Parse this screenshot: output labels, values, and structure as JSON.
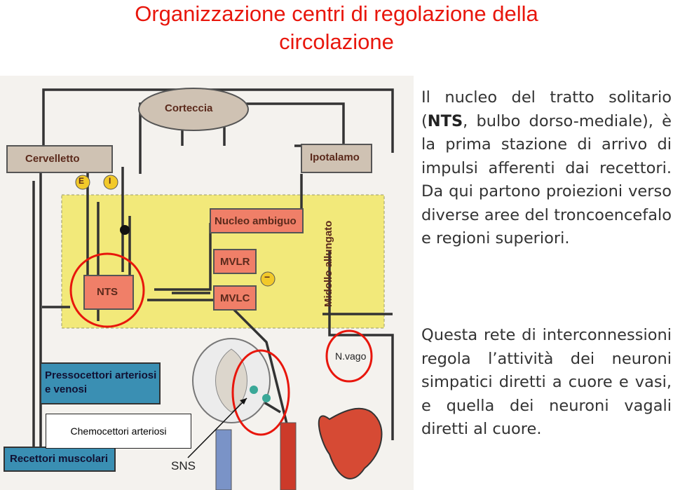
{
  "title": {
    "line1": "Organizzazione centri di regolazione della",
    "line2": "circolazione"
  },
  "diagram": {
    "labels": {
      "corteccia": "Corteccia",
      "cervelletto": "Cervelletto",
      "ipotalamo": "Ipotalamo",
      "e": "E",
      "i": "I",
      "nucleo_ambiguo": "Nucleo ambiguo",
      "mvlr": "MVLR",
      "mvlc": "MVLC",
      "nts": "NTS",
      "midollo_allungato": "Midollo allungato",
      "n_vago": "N.vago",
      "pressocettori": "Pressocettori arteriosi e venosi",
      "recettori_muscolari": "Recettori muscolari",
      "chemocettori": "Chemocettori arteriosi",
      "sns": "SNS",
      "minus": "−"
    },
    "colors": {
      "box_fill": "#cfc2b3",
      "medulla_fill": "#f2e97a",
      "nts_fill": "#f07f68",
      "receptor_fill": "#3a8fb3",
      "circle_highlight": "#e8160c",
      "title": "#e8160c"
    }
  },
  "text_panel": {
    "p1_part1": "Il nucleo del tratto solitario (",
    "p1_bold": "NTS",
    "p1_part2": ", bulbo dorso-mediale), è la prima stazione di arrivo di impulsi afferenti dai recettori. Da qui partono proiezioni verso diverse aree del troncoencefalo e regioni superiori.",
    "p2": "Questa rete di interconnessioni regola l’attività dei neuroni simpatici diretti a cuore e vasi, e quella dei neuroni vagali diretti al cuore."
  }
}
